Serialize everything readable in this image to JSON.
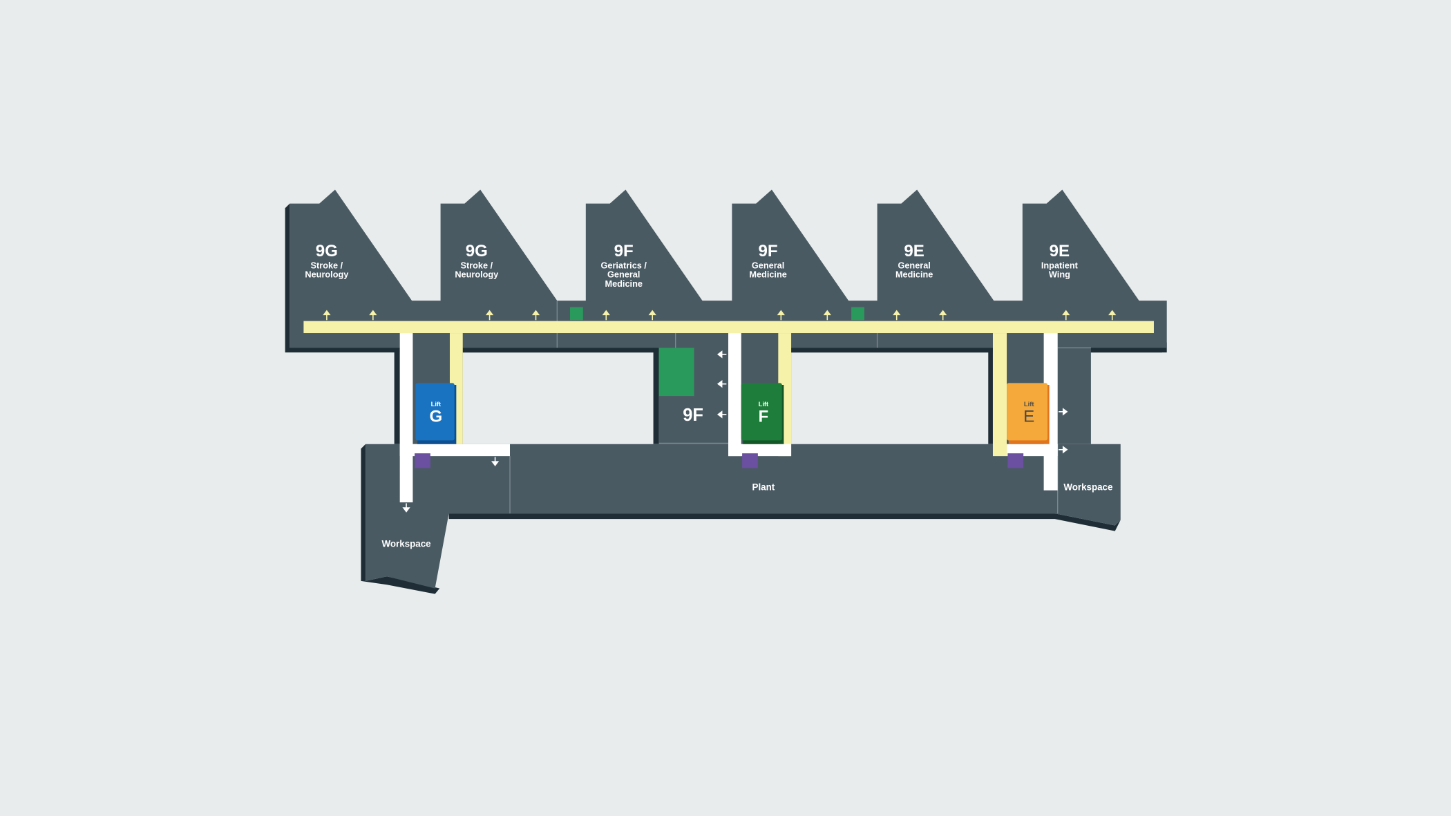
{
  "colors": {
    "background": "#e8ecec",
    "floor": "#4a5a63",
    "shadow": "#1f2e36",
    "corridor_yellow": "#f7f2aa",
    "corridor_white": "#ffffff",
    "lift_g": "#1a73c0",
    "lift_f": "#1e7d3a",
    "lift_e": "#f4a93a",
    "stairs": "#6b4fa0",
    "garden": "#2a9a5c"
  },
  "wards": [
    {
      "code": "9G",
      "name_lines": [
        "Stroke /",
        "Neurology"
      ]
    },
    {
      "code": "9G",
      "name_lines": [
        "Stroke /",
        "Neurology"
      ]
    },
    {
      "code": "9F",
      "name_lines": [
        "Geriatrics /",
        "General",
        "Medicine"
      ]
    },
    {
      "code": "9F",
      "name_lines": [
        "General",
        "Medicine"
      ]
    },
    {
      "code": "9E",
      "name_lines": [
        "General",
        "Medicine"
      ]
    },
    {
      "code": "9E",
      "name_lines": [
        "Inpatient",
        "Wing"
      ]
    }
  ],
  "lifts": [
    {
      "caption": "Lift",
      "letter": "G"
    },
    {
      "caption": "Lift",
      "letter": "F"
    },
    {
      "caption": "Lift",
      "letter": "E"
    }
  ],
  "areas": {
    "center_ward": "9F",
    "plant": "Plant",
    "workspace_left": "Workspace",
    "workspace_right": "Workspace"
  }
}
